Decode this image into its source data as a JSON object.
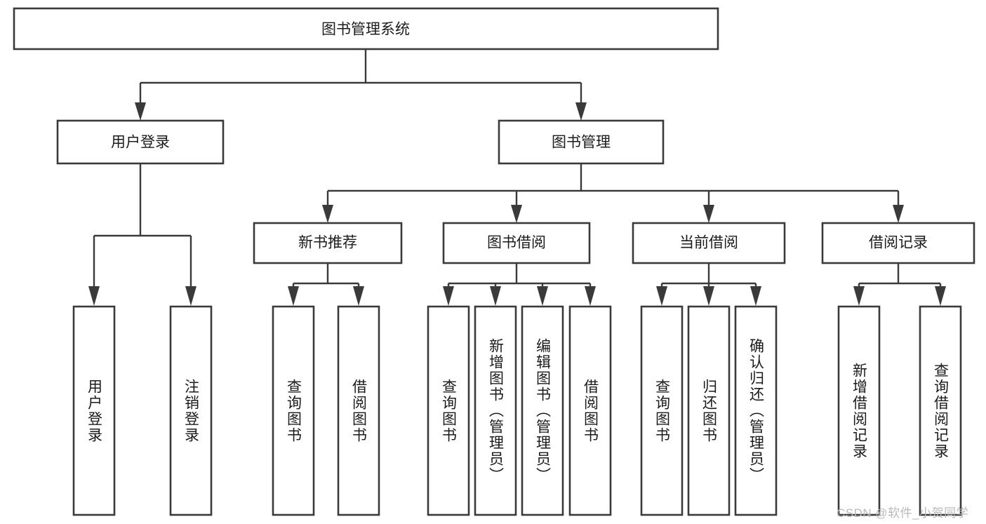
{
  "diagram": {
    "type": "tree",
    "title_node": {
      "id": "root",
      "label": "图书管理系统"
    },
    "level2": [
      {
        "id": "user-login",
        "label": "用户登录"
      },
      {
        "id": "book-manage",
        "label": "图书管理"
      }
    ],
    "level3": [
      {
        "id": "new-book-recommend",
        "label": "新书推荐"
      },
      {
        "id": "book-borrow",
        "label": "图书借阅"
      },
      {
        "id": "current-borrow",
        "label": "当前借阅"
      },
      {
        "id": "borrow-record",
        "label": "借阅记录"
      }
    ],
    "leaves": {
      "user_login": [
        {
          "id": "leaf-user-login",
          "label": "用户登录"
        },
        {
          "id": "leaf-logout-login",
          "label": "注销登录"
        }
      ],
      "new_book_recommend": [
        {
          "id": "leaf-query-book-1",
          "label": "查询图书"
        },
        {
          "id": "leaf-borrow-book-1",
          "label": "借阅图书"
        }
      ],
      "book_borrow": [
        {
          "id": "leaf-query-book-2",
          "label": "查询图书"
        },
        {
          "id": "leaf-add-book",
          "label": "新增图书（管理员）"
        },
        {
          "id": "leaf-edit-book",
          "label": "编辑图书（管理员）"
        },
        {
          "id": "leaf-borrow-book-2",
          "label": "借阅图书"
        }
      ],
      "current_borrow": [
        {
          "id": "leaf-query-book-3",
          "label": "查询图书"
        },
        {
          "id": "leaf-return-book",
          "label": "归还图书"
        },
        {
          "id": "leaf-confirm-return",
          "label": "确认归还（管理员）"
        }
      ],
      "borrow_record": [
        {
          "id": "leaf-add-record",
          "label": "新增借阅记录"
        },
        {
          "id": "leaf-query-record",
          "label": "查询借阅记录"
        }
      ]
    }
  },
  "watermark": {
    "text": "CSDN @软件_小贺同学"
  },
  "colors": {
    "stroke": "#3a3a3a",
    "fill": "#ffffff",
    "text": "#1b1b1b",
    "watermark": "#b9b9b9",
    "background": "#ffffff"
  }
}
